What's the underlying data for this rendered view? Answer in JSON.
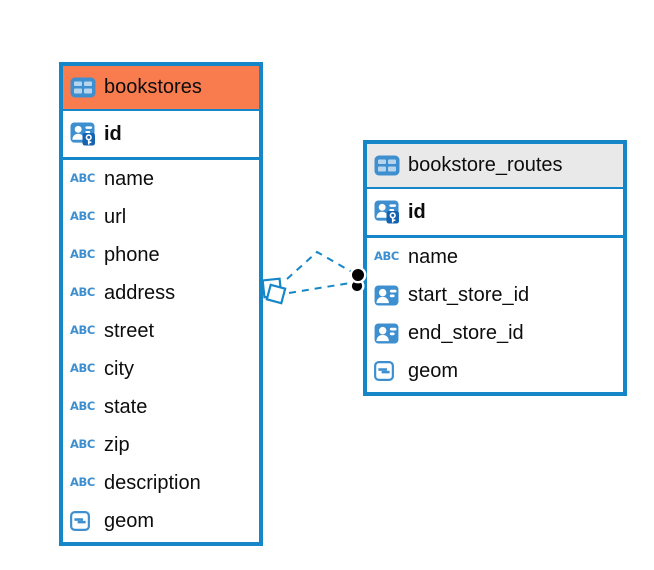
{
  "colors": {
    "accent_blue": "#1586C8",
    "icon_blue": "#3E8FD0",
    "key_badge_blue": "#1462B0",
    "bookstores_header": "#F97C4F",
    "routes_header": "#E9E9E9",
    "marker_black": "#000000",
    "text": "#0d0d0d",
    "background": "#ffffff"
  },
  "tables": [
    {
      "title": "bookstores",
      "header_color": "#F97C4F",
      "header_icon": "table",
      "key_columns": [
        {
          "name": "id",
          "icon": "primary-key",
          "key": true
        }
      ],
      "columns": [
        {
          "name": "name",
          "icon": "text"
        },
        {
          "name": "url",
          "icon": "text"
        },
        {
          "name": "phone",
          "icon": "text"
        },
        {
          "name": "address",
          "icon": "text"
        },
        {
          "name": "street",
          "icon": "text"
        },
        {
          "name": "city",
          "icon": "text"
        },
        {
          "name": "state",
          "icon": "text"
        },
        {
          "name": "zip",
          "icon": "text"
        },
        {
          "name": "description",
          "icon": "text"
        },
        {
          "name": "geom",
          "icon": "geometry"
        }
      ]
    },
    {
      "title": "bookstore_routes",
      "header_color": "#E9E9E9",
      "header_icon": "table",
      "key_columns": [
        {
          "name": "id",
          "icon": "primary-key",
          "key": true
        }
      ],
      "columns": [
        {
          "name": "name",
          "icon": "text"
        },
        {
          "name": "start_store_id",
          "icon": "reference"
        },
        {
          "name": "end_store_id",
          "icon": "reference"
        },
        {
          "name": "geom",
          "icon": "geometry"
        }
      ]
    }
  ],
  "relationship": {
    "from_table": "bookstores",
    "to_table": "bookstore_routes",
    "links": 2,
    "line_style": "dashed",
    "line_color": "#1586C8",
    "bookstores_end_marker": "double-square",
    "routes_end_marker": "double-black-dot"
  }
}
